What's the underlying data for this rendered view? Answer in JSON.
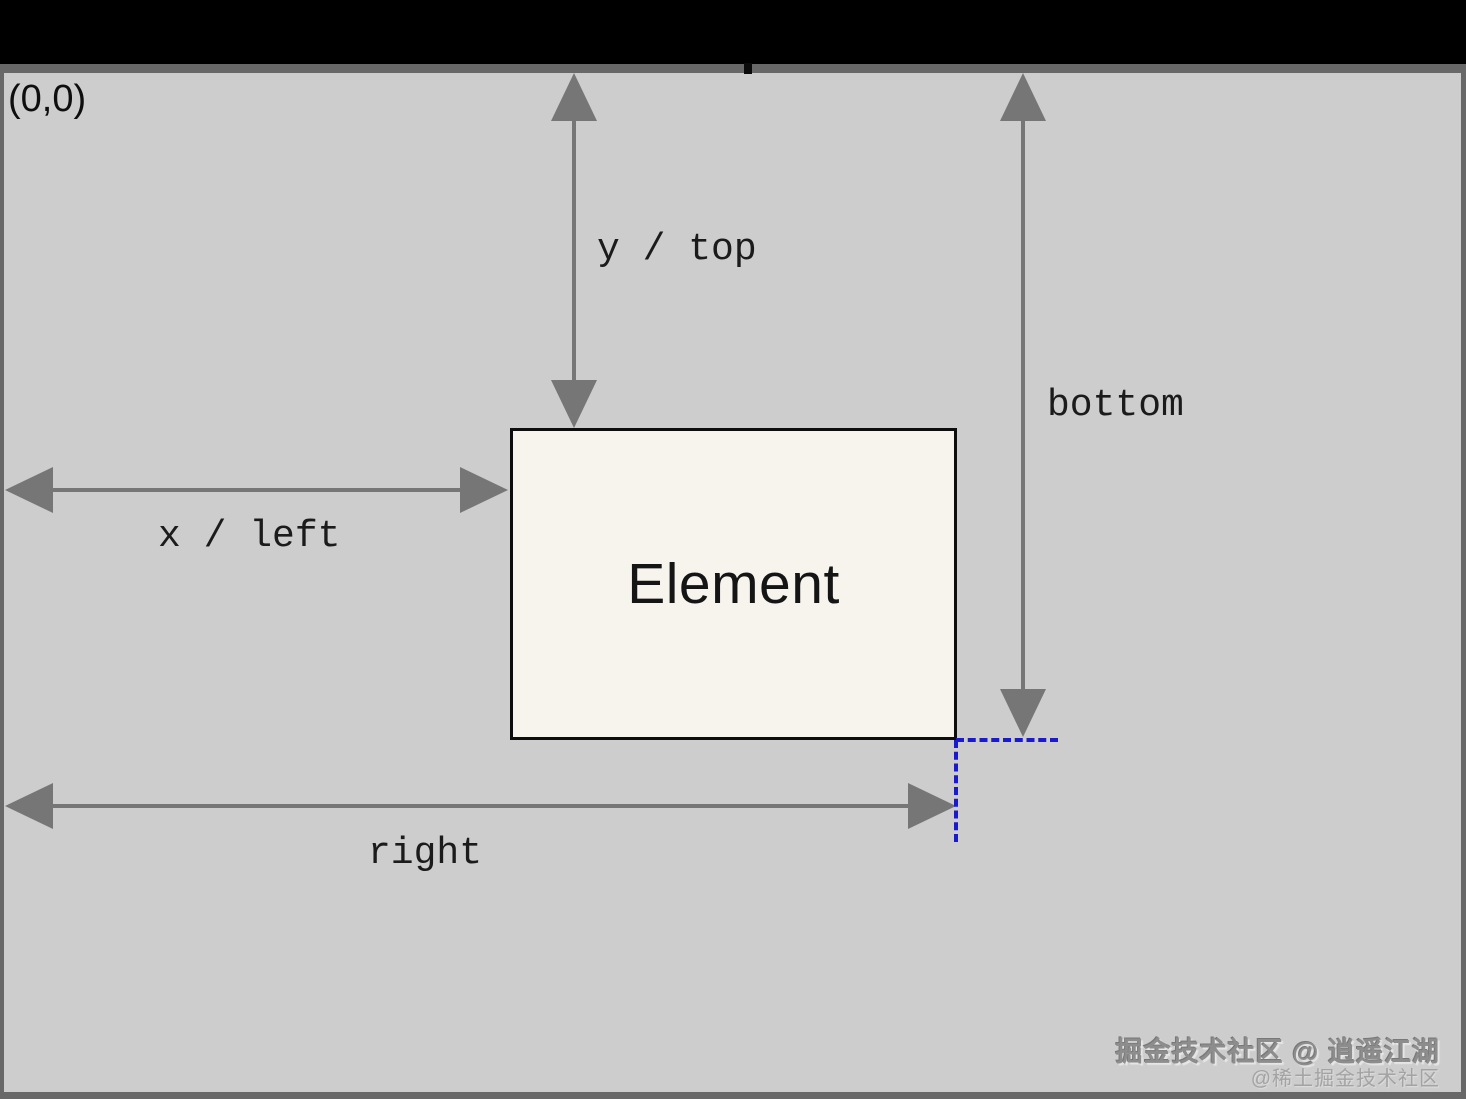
{
  "diagram": {
    "origin_label": "(0,0)",
    "element_label": "Element",
    "labels": {
      "y_top": "y / top",
      "x_left": "x / left",
      "bottom": "bottom",
      "right": "right"
    },
    "colors": {
      "letterbox": "#000000",
      "viewport_background": "#cdcdcd",
      "viewport_frame": "#686868",
      "arrow": "#767676",
      "element_fill": "#f7f4ee",
      "element_border": "#0d0d0d",
      "guide_dashed_blue": "#1a1acc",
      "label_text": "#1b1b1b"
    }
  },
  "watermark": {
    "line1": "掘金技术社区 @ 逍遥江湖",
    "line2": "@稀土掘金技术社区"
  }
}
